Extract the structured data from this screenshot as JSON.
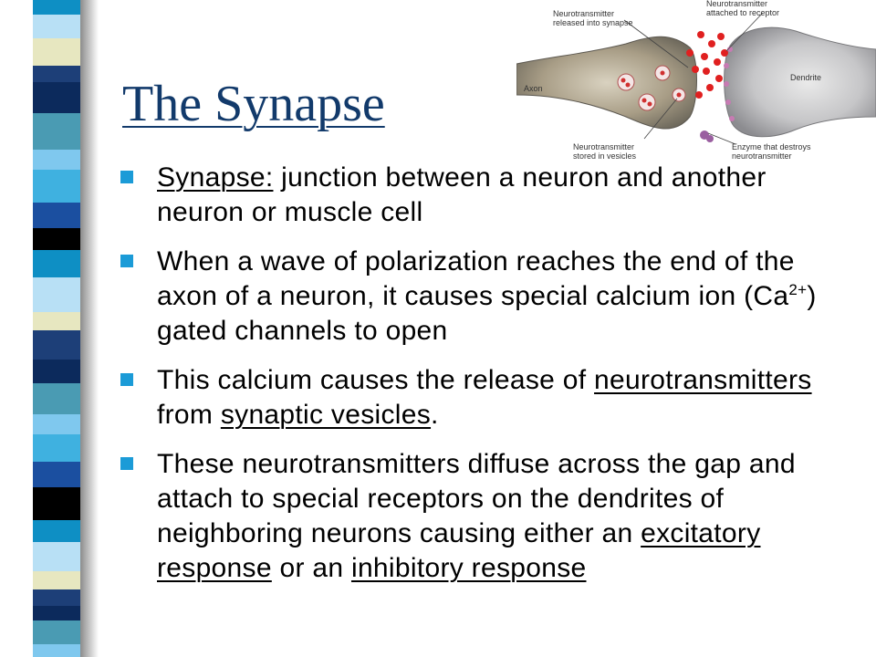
{
  "slide": {
    "title": "The Synapse",
    "illustration": {
      "labels": {
        "nt_released": [
          "Neurotransmitter",
          "released into synapse"
        ],
        "nt_attached": [
          "Neurotransmitter",
          "attached to receptor"
        ],
        "axon": "Axon",
        "dendrite": "Dendrite",
        "nt_stored": [
          "Neurotransmitter",
          "stored in vesicles"
        ],
        "enzyme": [
          "Enzyme that destroys",
          "neurotransmitter"
        ]
      }
    },
    "bullets": [
      {
        "term": "Synapse:",
        "text": " junction between a neuron and another neuron or muscle cell"
      },
      {
        "text_a": "When a wave of polarization reaches the end of the axon of a neuron, it causes special calcium ion (Ca",
        "sup": "2+",
        "text_b": ") gated channels to open"
      },
      {
        "text_a": "This calcium causes the release of ",
        "link_a": "neurotransmitters",
        "text_b": " from ",
        "link_b": "synaptic vesicles",
        "text_c": "."
      },
      {
        "text_a": "These neurotransmitters diffuse across the gap and attach to special receptors on the dendrites of neighboring neurons causing either an ",
        "link_a": "excitatory response",
        "text_b": " or an ",
        "link_b": "inhibitory response"
      }
    ]
  },
  "colors": {
    "title": "#123a6b",
    "bullet": "#1b9bd7"
  }
}
